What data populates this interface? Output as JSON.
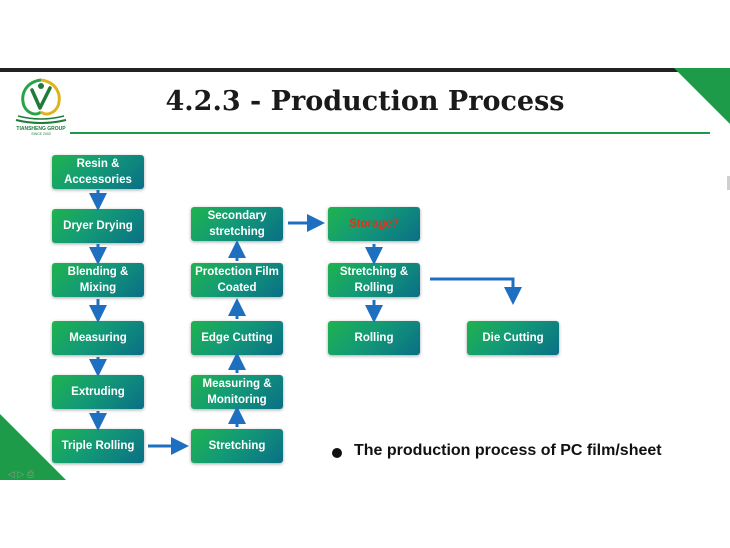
{
  "slide": {
    "title": "4.2.3 - Production Process",
    "logo": {
      "name": "TIANSHENG GROUP",
      "since": "SINCE 2003"
    },
    "bullet": "The production process of PC film/sheet",
    "nav_glyphs": "◁ ▷ ⎙"
  },
  "flow": {
    "col1": [
      "Resin & Accessories",
      "Dryer Drying",
      "Blending & Mixing",
      "Measuring",
      "Extruding",
      "Triple Rolling"
    ],
    "col2": [
      "Secondary stretching",
      "Protection Film Coated",
      "Edge Cutting",
      "Measuring & Monitoring",
      "Stretching"
    ],
    "col3": [
      "Storage?",
      "Stretching & Rolling",
      "Rolling"
    ],
    "col4": [
      "Die Cutting"
    ]
  },
  "colors": {
    "accent_green": "#1e9b48",
    "box_gradient_start": "#1fb34e",
    "box_gradient_end": "#0a6f86",
    "arrow_blue": "#1f6fc1",
    "highlight_red": "#e53017"
  }
}
